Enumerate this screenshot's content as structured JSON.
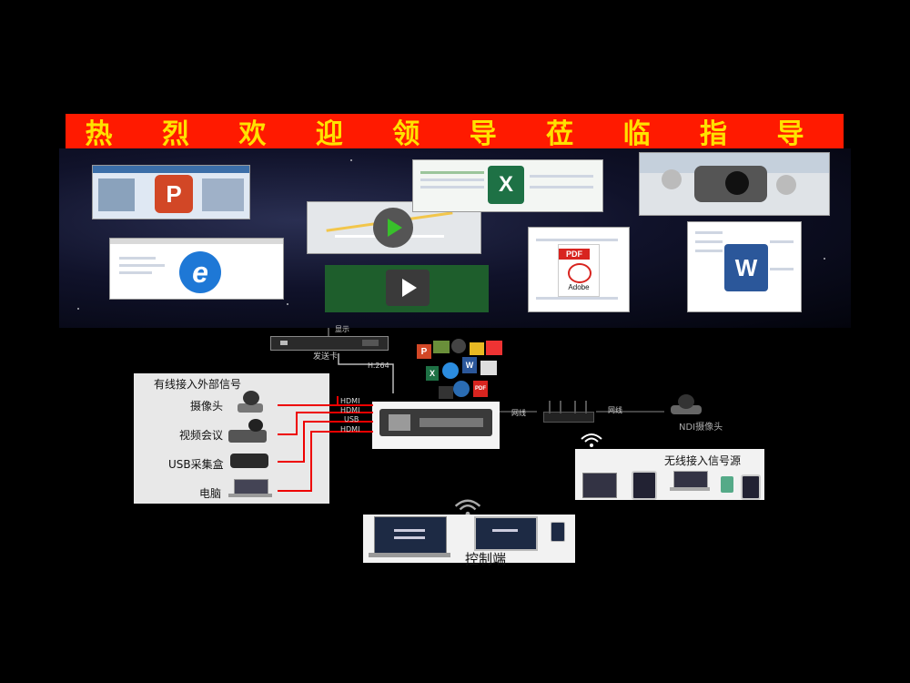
{
  "banner": {
    "text": "热 烈 欢 迎 领 导 莅 临 指 导"
  },
  "screen": {
    "apps": {
      "ppt": "P",
      "excel": "X",
      "pdf": "PDF",
      "pdf_brand": "Adobe",
      "word": "W"
    }
  },
  "devices": {
    "transmitter_top_label": "显示",
    "transmitter_label": "发送卡",
    "link_label": "H.264",
    "router_left_label": "网线",
    "router_right_label": "网线",
    "ndi_camera": "NDI摄像头"
  },
  "wired": {
    "title": "有线接入外部信号",
    "items": [
      "摄像头",
      "视频会议",
      "USB采集盒",
      "电脑"
    ],
    "ports": [
      "HDMI",
      "HDMI",
      "USB",
      "HDMI"
    ]
  },
  "wireless": {
    "title": "无线接入信号源"
  },
  "control": {
    "title": "控制端"
  },
  "colors": {
    "banner_bg": "#ff1a00",
    "banner_text": "#ffe100",
    "signal_line": "#e00000"
  }
}
